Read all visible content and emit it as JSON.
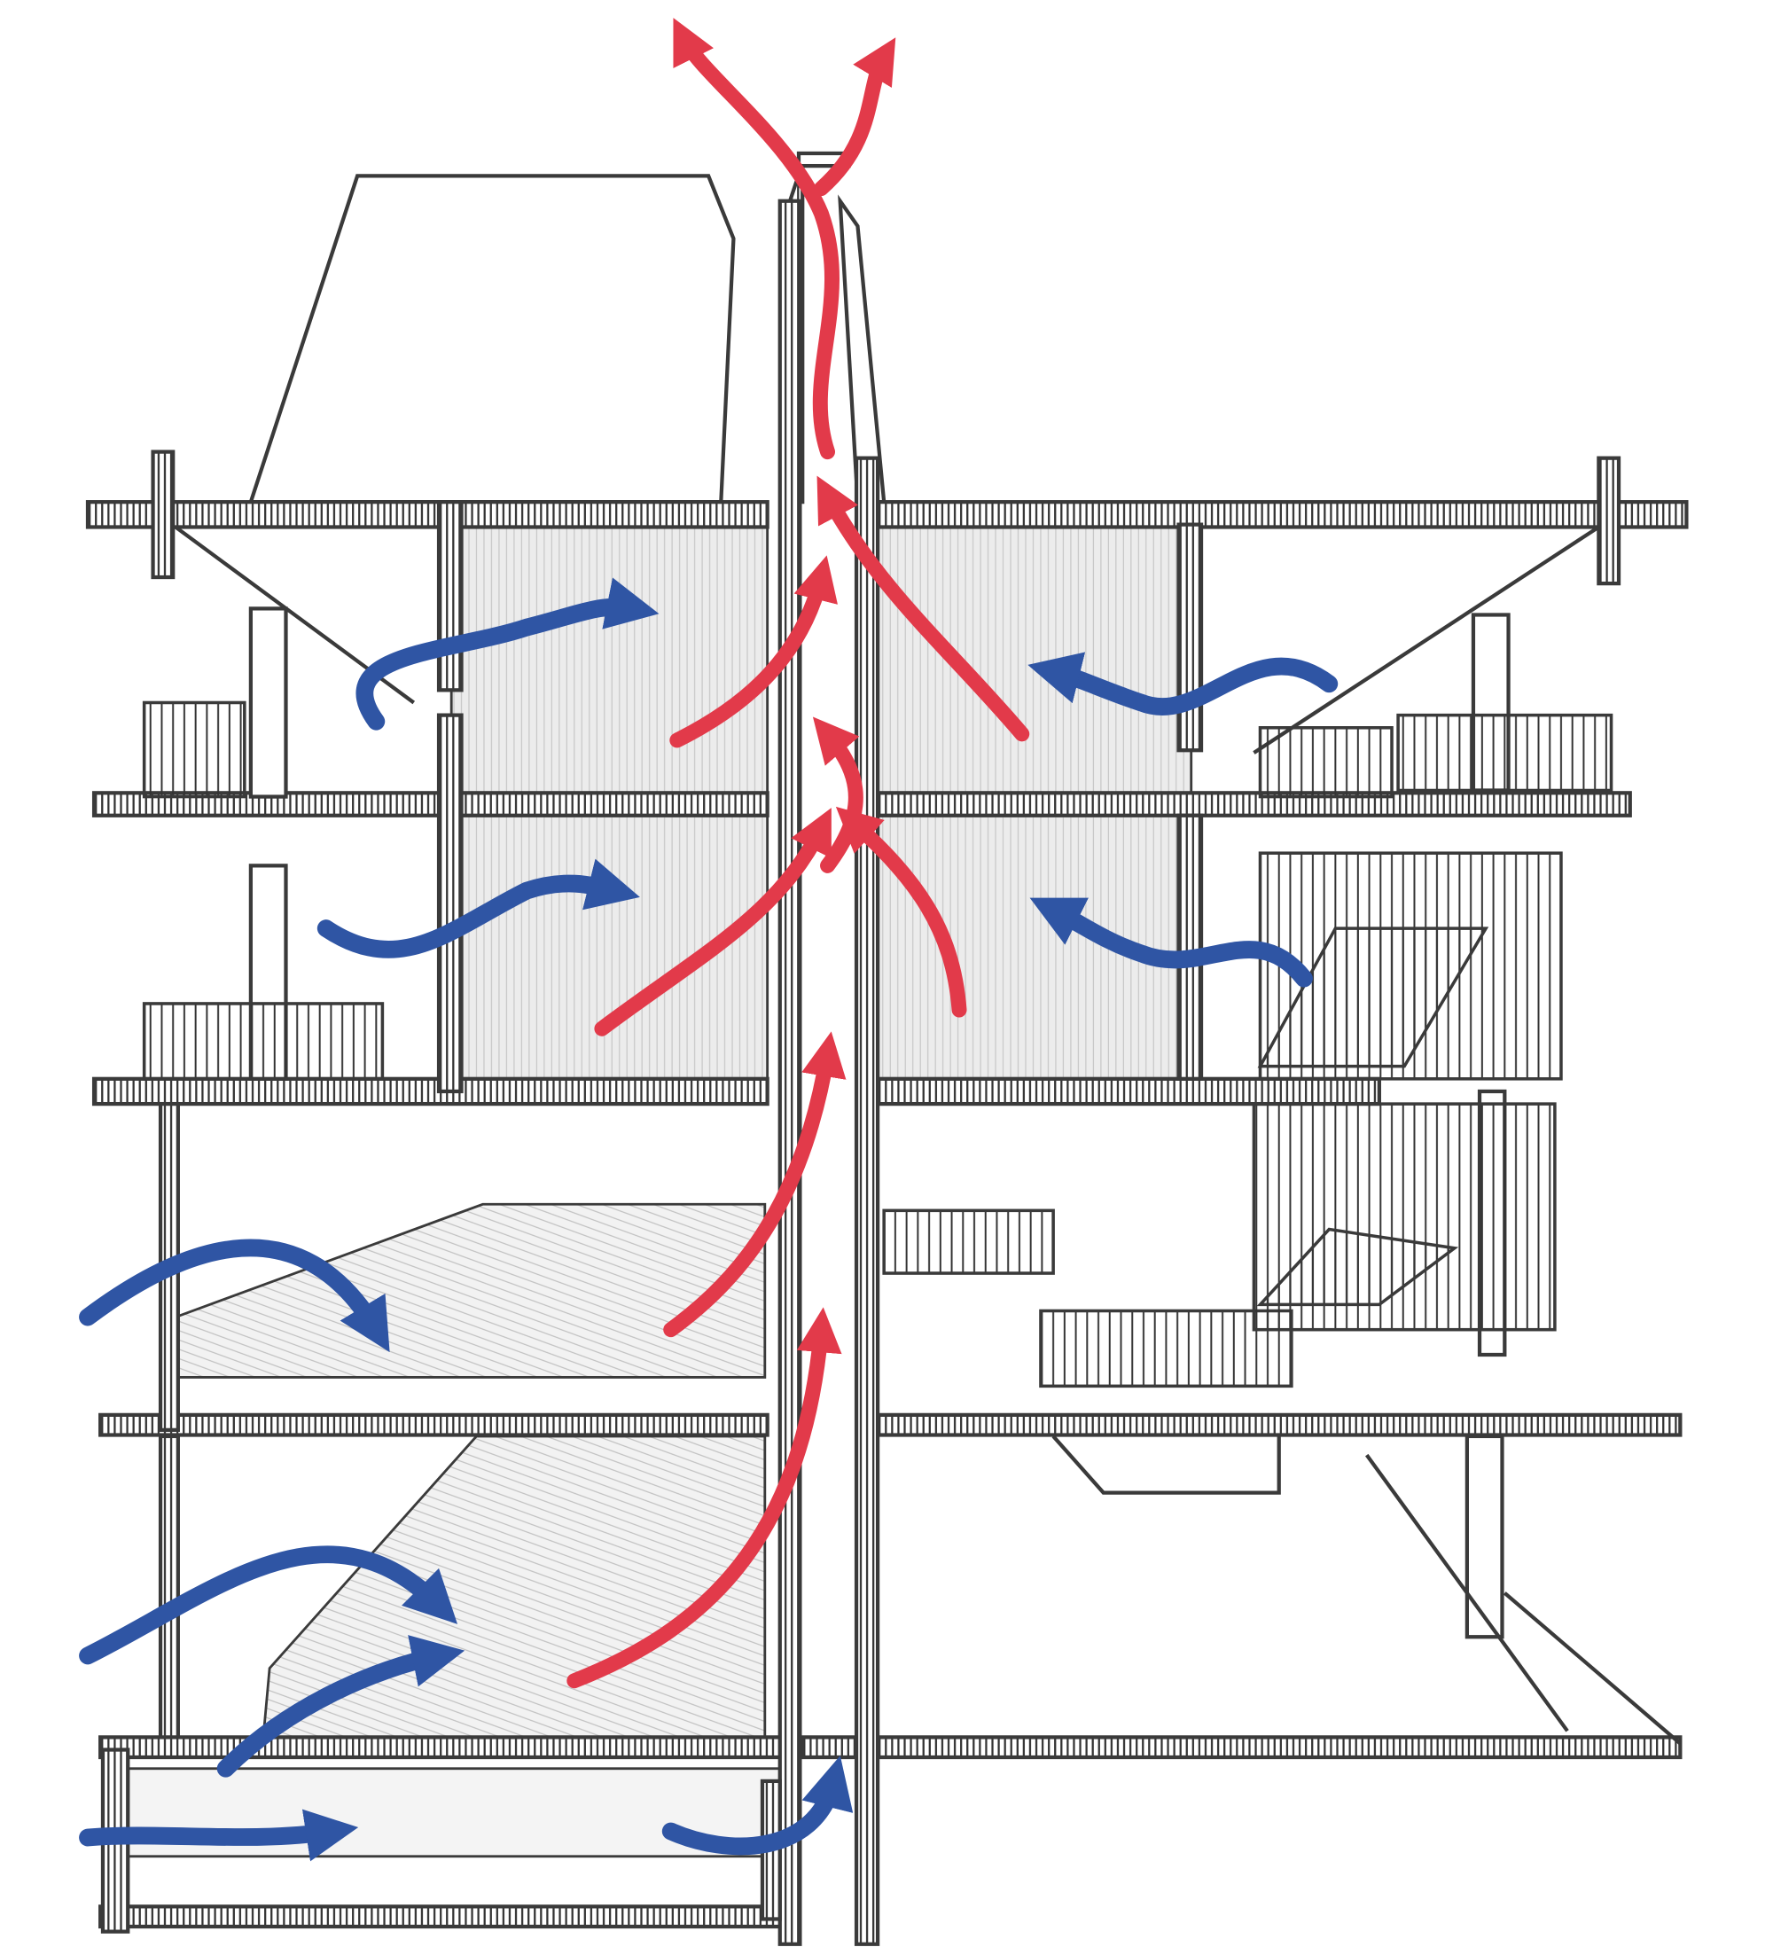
{
  "diagram": {
    "kind": "architectural-section-sketch",
    "colors": {
      "linework": "#3a3a3a",
      "warm_exhaust_air": "#e23a4a",
      "cool_intake_air": "#2f55a4",
      "room_shading": "#dcdcdc",
      "paper": "#ffffff"
    },
    "icons": [
      "warm-air-arrow",
      "cool-air-arrow"
    ]
  }
}
